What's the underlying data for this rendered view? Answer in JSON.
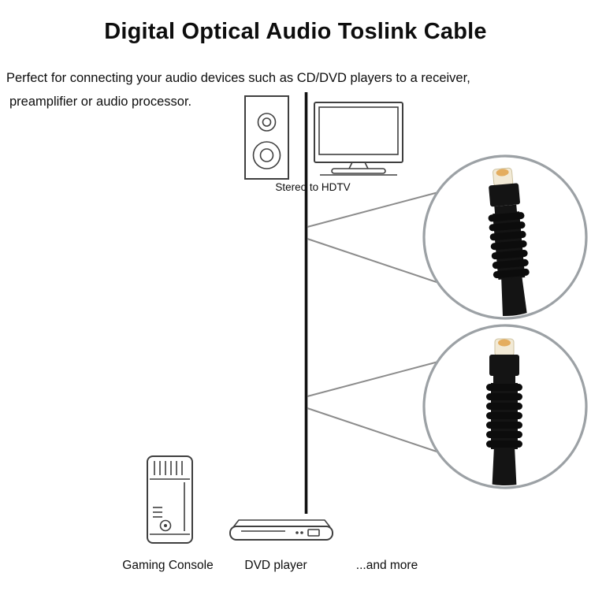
{
  "page": {
    "title": "Digital Optical Audio Toslink Cable",
    "description_line1": "Perfect for connecting your audio devices such as CD/DVD players to a receiver,",
    "description_line2": "preamplifier or audio processor."
  },
  "labels": {
    "stereo_to_hdtv": "Stereo to HDTV",
    "gaming_console": "Gaming Console",
    "dvd_player": "DVD player",
    "and_more": "...and more"
  },
  "icons": {
    "speaker": "stereo-speaker-icon",
    "tv": "hdtv-icon",
    "console": "gaming-console-icon",
    "dvd": "dvd-player-icon",
    "cable": "optical-cable-line",
    "connector": "toslink-connector-icon",
    "zoom_circles": "magnified-connector-circle"
  },
  "colors": {
    "background": "#ffffff",
    "text": "#0d0d0d",
    "line_art": "#3f3f3f",
    "cable": "#111111",
    "pointer_line": "#8c8c8c",
    "circle_border": "#9ca1a5",
    "connector_body": "#141414",
    "connector_rib": "#0c0c0c",
    "connector_tip": "#f2ead6",
    "tip_glow": "#e2a24a"
  }
}
